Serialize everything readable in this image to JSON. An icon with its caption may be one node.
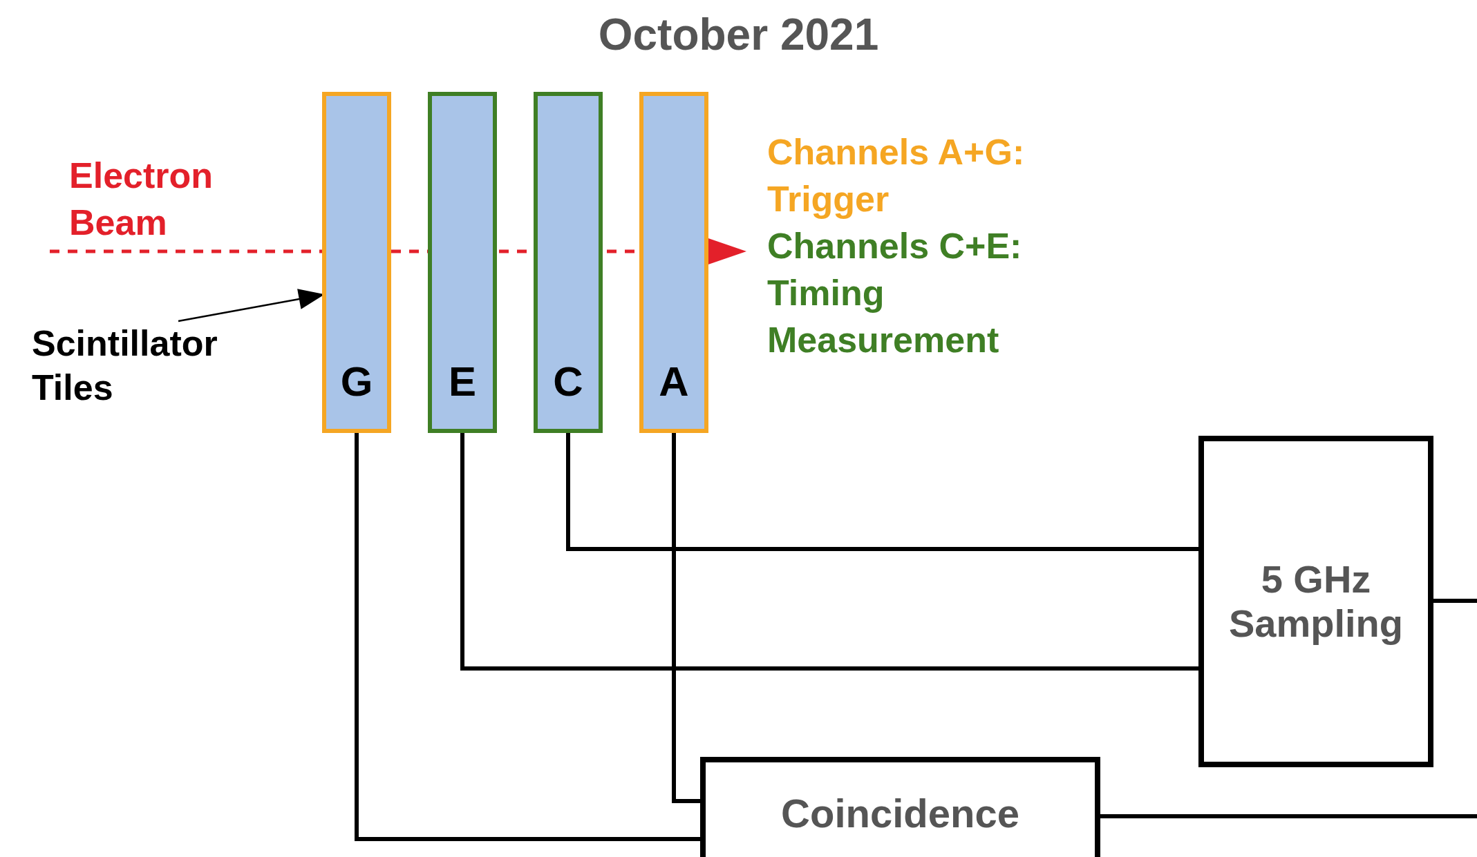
{
  "diagram": {
    "title": "October 2021",
    "nodes": [
      {
        "text": [
          "G"
        ]
      },
      {
        "text": [
          "E"
        ]
      },
      {
        "text": [
          "C"
        ]
      },
      {
        "text": [
          "A"
        ]
      },
      {
        "text": [
          "Scintillator Tiles"
        ]
      },
      {
        "text": [
          "5 GHz Sampling"
        ]
      },
      {
        "text": [
          "Coincidence"
        ]
      }
    ],
    "edges": [
      {
        "from": 4,
        "to": 0,
        "arrow": "to"
      },
      {
        "from": 2,
        "to": 5,
        "arrow": "none"
      },
      {
        "from": 1,
        "to": 5,
        "arrow": "none"
      },
      {
        "from": 3,
        "to": 6,
        "arrow": "none"
      },
      {
        "from": 0,
        "to": 6,
        "arrow": "none"
      },
      {
        "from": 5,
        "to": null,
        "arrow": "none"
      },
      {
        "from": 6,
        "to": null,
        "arrow": "none"
      }
    ],
    "labels": [
      "Electron Beam",
      "Channels A+G: Trigger",
      "Channels C+E: Timing Measurement"
    ]
  }
}
